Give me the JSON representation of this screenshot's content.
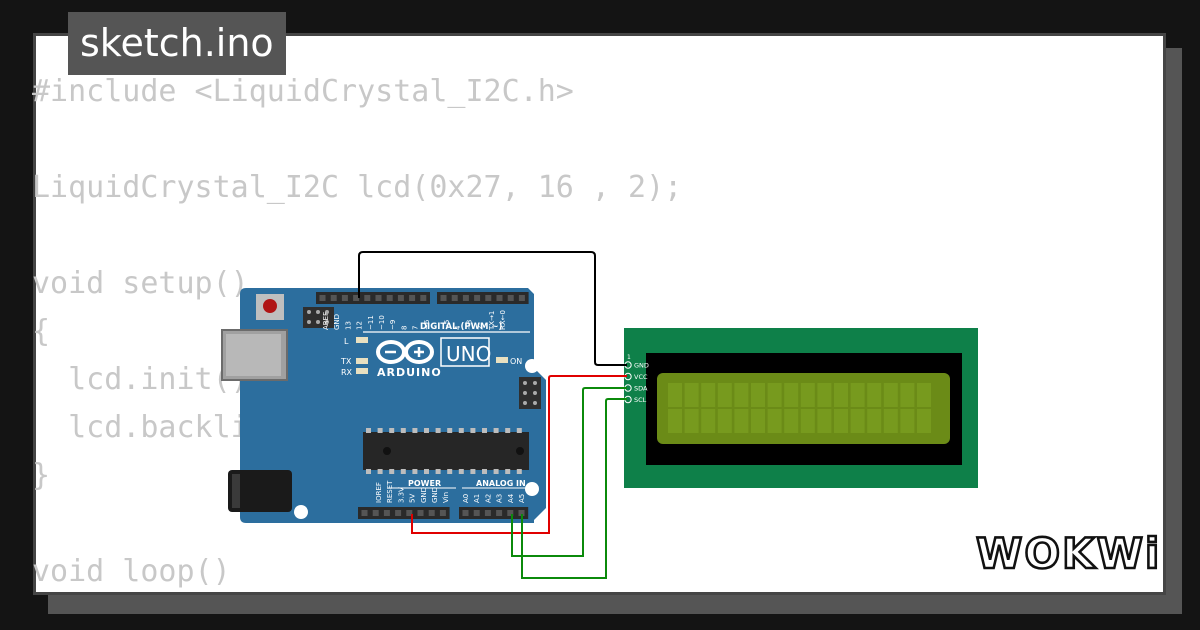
{
  "file_tab": {
    "filename": "sketch.ino"
  },
  "code_lines": [
    "#include <LiquidCrystal_I2C.h>",
    "",
    "LiquidCrystal_I2C lcd(0x27, 16 , 2);",
    "",
    "void setup()",
    "{",
    "  lcd.init();",
    "  lcd.backlight();",
    "}",
    "",
    "void loop()"
  ],
  "arduino": {
    "brand": "ARDUINO",
    "model": "UNO",
    "digital_label": "DIGITAL (PWM ~)",
    "power_label": "POWER",
    "analog_label": "ANALOG IN",
    "on_label": "ON",
    "l_label": "L",
    "tx_label": "TX",
    "rx_label": "RX",
    "digital_pins": [
      "AREF",
      "GND",
      "13",
      "12",
      "~11",
      "~10",
      "~9",
      "8",
      "7",
      "~6",
      "~5",
      "4",
      "~3",
      "2",
      "TX→1",
      "RX←0"
    ],
    "power_pins": [
      "IOREF",
      "RESET",
      "3.3V",
      "5V",
      "GND",
      "GND",
      "Vin"
    ],
    "analog_pins": [
      "A0",
      "A1",
      "A2",
      "A3",
      "A4",
      "A5"
    ]
  },
  "lcd": {
    "pin_number": "1",
    "pins": [
      "GND",
      "VCC",
      "SDA",
      "SCL"
    ]
  },
  "logo": {
    "text": "WOKWi"
  },
  "colors": {
    "board": "#2C6E9E",
    "lcd_pcb": "#0E8049",
    "lcd_screen": "#6B8B17",
    "wire_gnd": "#000000",
    "wire_vcc": "#E00000",
    "wire_i2c": "#0B8A0B"
  }
}
